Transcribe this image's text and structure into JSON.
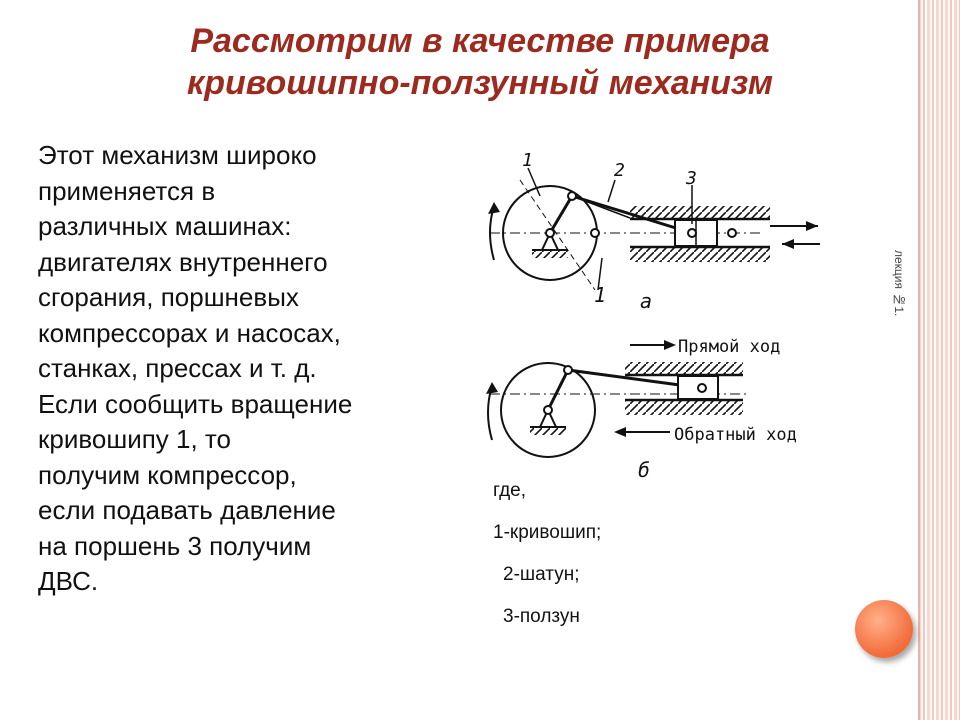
{
  "slide": {
    "title_line1": "Рассмотрим в качестве примера",
    "title_line2": "кривошипно-ползунный механизм",
    "body": "Этот механизм широко\nприменяется в\nразличных машинах:\nдвигателях внутреннего\nсгорания, поршневых\nкомпрессорах и насосах,\nстанках,  прессах и т. д.\nЕсли сообщить вращение\nкривошипу 1, то\nполучим компрессор,\nесли подавать давление\nна поршень 3  получим\nДВС.",
    "side_note": "лекция №1."
  },
  "legend": {
    "where": "где,",
    "item1": "1-кривошип;",
    "item2": "2-шатун;",
    "item3": "3-ползун"
  },
  "diagram": {
    "label_1": "1",
    "label_2": "2",
    "label_3": "3",
    "label_omega": "1",
    "label_a": "а",
    "label_b": "б",
    "forward_stroke": "Прямой ход",
    "return_stroke": "Обратный ход"
  },
  "colors": {
    "title": "#9c2a1f",
    "accent_circle": "#f26b38",
    "stripes": "#f2c9bf"
  }
}
